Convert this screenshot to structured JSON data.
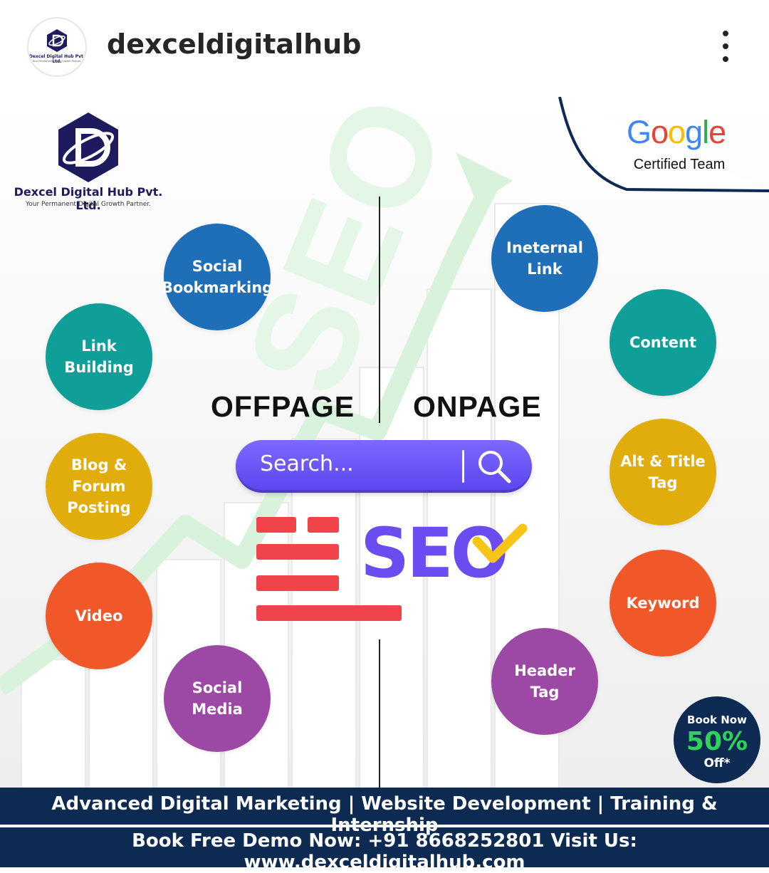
{
  "header": {
    "username": "dexceldigitalhub",
    "avatar_text": "Dexcel Digital Hub Pvt. Ltd.",
    "avatar_tagline": "Your Permanent Digital Growth Partner."
  },
  "brand": {
    "name": "Dexcel Digital Hub Pvt. Ltd.",
    "tagline": "Your Permanent Digital Growth Partner."
  },
  "google_badge": {
    "letters": [
      "G",
      "o",
      "o",
      "g",
      "l",
      "e"
    ],
    "colors": [
      "#4285F4",
      "#EA4335",
      "#FBBC05",
      "#4285F4",
      "#34A853",
      "#EA4335"
    ],
    "subtitle": "Certified Team"
  },
  "background_text": "SEO",
  "sections": {
    "offpage": "OFFPAGE",
    "onpage": "ONPAGE"
  },
  "offpage_items": [
    {
      "label": "Social\nBookmarking",
      "color": "#1f6fb8"
    },
    {
      "label": "Link\nBuilding",
      "color": "#0f9e98"
    },
    {
      "label": "Blog &\nForum\nPosting",
      "color": "#e0ad0c"
    },
    {
      "label": "Video",
      "color": "#f0582a"
    },
    {
      "label": "Social\nMedia",
      "color": "#9c49a6"
    }
  ],
  "onpage_items": [
    {
      "label": "Ineternal\nLink",
      "color": "#1f6fb8"
    },
    {
      "label": "Content",
      "color": "#0f9e98"
    },
    {
      "label": "Alt & Title\nTag",
      "color": "#e0ad0c"
    },
    {
      "label": "Keyword",
      "color": "#f0582a"
    },
    {
      "label": "Header\nTag",
      "color": "#9c49a6"
    }
  ],
  "search": {
    "placeholder": "Search..."
  },
  "seo_graphic": {
    "text": "SEO",
    "text_color": "#6b4cf0",
    "bar_color": "#f0444a",
    "check_color": "#f5c518"
  },
  "promo": {
    "line1": "Book Now",
    "line2": "50%",
    "line3": "Off*"
  },
  "footer": {
    "line1": "Advanced Digital Marketing | Website Development | Training & Internship",
    "line2": "Book Free Demo Now: +91 8668252801 Visit Us: www.dexceldigitalhub.com"
  }
}
